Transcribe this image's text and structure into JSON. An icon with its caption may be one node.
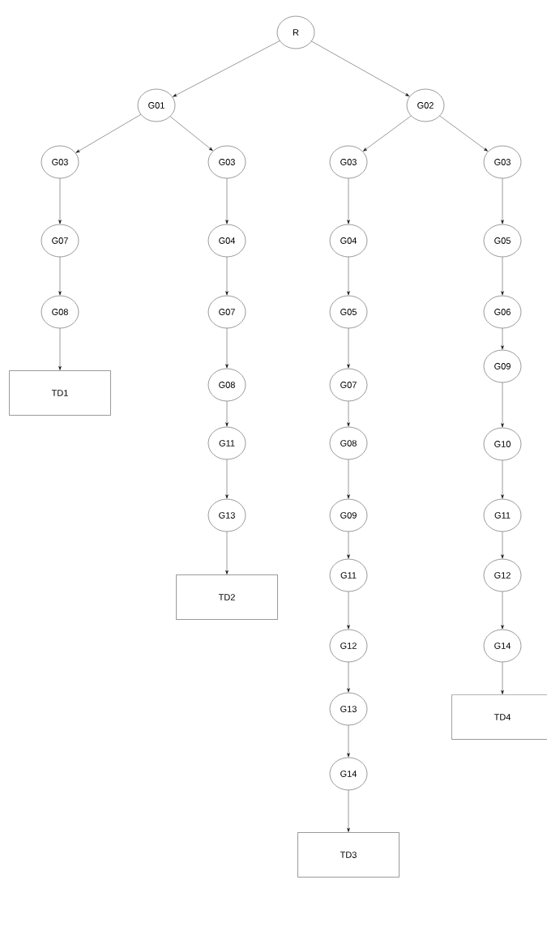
{
  "diagram": {
    "nodes": [
      {
        "text": [
          "R"
        ]
      },
      {
        "text": [
          "G01"
        ]
      },
      {
        "text": [
          "G02"
        ]
      },
      {
        "text": [
          "G03"
        ]
      },
      {
        "text": [
          "G07"
        ]
      },
      {
        "text": [
          "G08"
        ]
      },
      {
        "text": [
          "TD1"
        ]
      },
      {
        "text": [
          "G03"
        ]
      },
      {
        "text": [
          "G04"
        ]
      },
      {
        "text": [
          "G07"
        ]
      },
      {
        "text": [
          "G08"
        ]
      },
      {
        "text": [
          "G11"
        ]
      },
      {
        "text": [
          "G13"
        ]
      },
      {
        "text": [
          "TD2"
        ]
      },
      {
        "text": [
          "G03"
        ]
      },
      {
        "text": [
          "G04"
        ]
      },
      {
        "text": [
          "G05"
        ]
      },
      {
        "text": [
          "G07"
        ]
      },
      {
        "text": [
          "G08"
        ]
      },
      {
        "text": [
          "G09"
        ]
      },
      {
        "text": [
          "G11"
        ]
      },
      {
        "text": [
          "G12"
        ]
      },
      {
        "text": [
          "G13"
        ]
      },
      {
        "text": [
          "G14"
        ]
      },
      {
        "text": [
          "TD3"
        ]
      },
      {
        "text": [
          "G03"
        ]
      },
      {
        "text": [
          "G05"
        ]
      },
      {
        "text": [
          "G06"
        ]
      },
      {
        "text": [
          "G09"
        ]
      },
      {
        "text": [
          "G10"
        ]
      },
      {
        "text": [
          "G11"
        ]
      },
      {
        "text": [
          "G12"
        ]
      },
      {
        "text": [
          "G14"
        ]
      },
      {
        "text": [
          "TD4"
        ]
      }
    ],
    "edges": [
      {
        "from": 0,
        "to": 1,
        "arrow": "to"
      },
      {
        "from": 0,
        "to": 2,
        "arrow": "to"
      },
      {
        "from": 1,
        "to": 3,
        "arrow": "to"
      },
      {
        "from": 1,
        "to": 7,
        "arrow": "to"
      },
      {
        "from": 2,
        "to": 14,
        "arrow": "to"
      },
      {
        "from": 2,
        "to": 25,
        "arrow": "to"
      },
      {
        "from": 3,
        "to": 4,
        "arrow": "to"
      },
      {
        "from": 4,
        "to": 5,
        "arrow": "to"
      },
      {
        "from": 5,
        "to": 6,
        "arrow": "to"
      },
      {
        "from": 7,
        "to": 8,
        "arrow": "to"
      },
      {
        "from": 8,
        "to": 9,
        "arrow": "to"
      },
      {
        "from": 9,
        "to": 10,
        "arrow": "to"
      },
      {
        "from": 10,
        "to": 11,
        "arrow": "to"
      },
      {
        "from": 11,
        "to": 12,
        "arrow": "to"
      },
      {
        "from": 12,
        "to": 13,
        "arrow": "to"
      },
      {
        "from": 14,
        "to": 15,
        "arrow": "to"
      },
      {
        "from": 15,
        "to": 16,
        "arrow": "to"
      },
      {
        "from": 16,
        "to": 17,
        "arrow": "to"
      },
      {
        "from": 17,
        "to": 18,
        "arrow": "to"
      },
      {
        "from": 18,
        "to": 19,
        "arrow": "to"
      },
      {
        "from": 19,
        "to": 20,
        "arrow": "to"
      },
      {
        "from": 20,
        "to": 21,
        "arrow": "to"
      },
      {
        "from": 21,
        "to": 22,
        "arrow": "to"
      },
      {
        "from": 22,
        "to": 23,
        "arrow": "to"
      },
      {
        "from": 23,
        "to": 24,
        "arrow": "to"
      },
      {
        "from": 25,
        "to": 26,
        "arrow": "to"
      },
      {
        "from": 26,
        "to": 27,
        "arrow": "to"
      },
      {
        "from": 27,
        "to": 28,
        "arrow": "to"
      },
      {
        "from": 28,
        "to": 29,
        "arrow": "to"
      },
      {
        "from": 29,
        "to": 30,
        "arrow": "to"
      },
      {
        "from": 30,
        "to": 31,
        "arrow": "to"
      },
      {
        "from": 31,
        "to": 32,
        "arrow": "to"
      },
      {
        "from": 32,
        "to": 33,
        "arrow": "to"
      }
    ]
  }
}
